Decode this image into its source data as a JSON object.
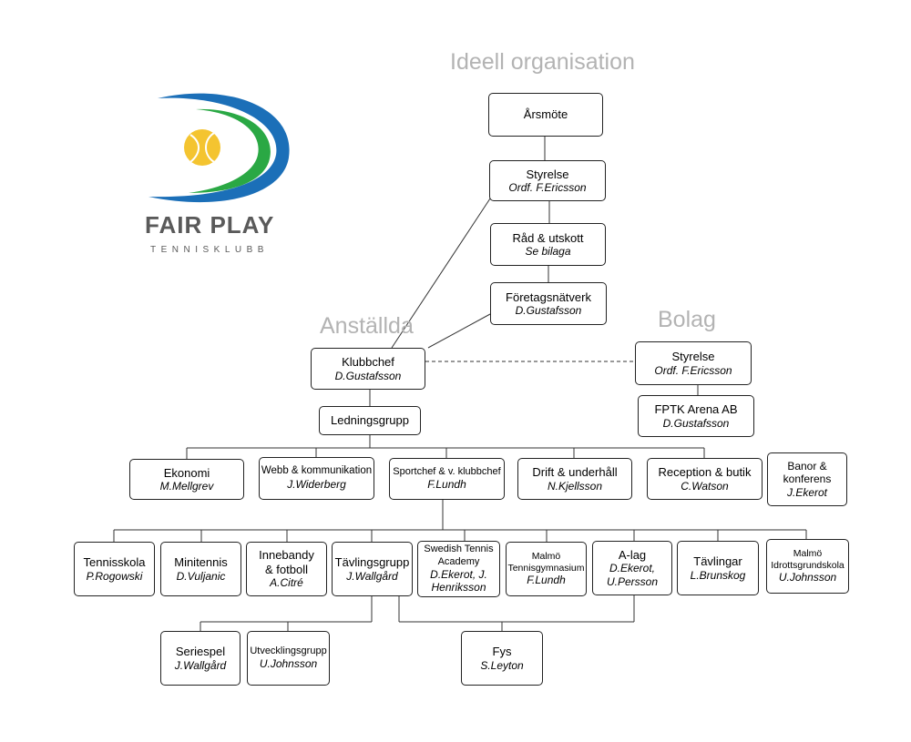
{
  "logo": {
    "name": "FAIR PLAY",
    "tagline": "TENNISKLUBB",
    "colors": {
      "blue": "#1b6fb8",
      "green": "#2aa844",
      "ball": "#f4c430",
      "text": "#5a5a5a"
    }
  },
  "headings": {
    "ideell": "Ideell organisation",
    "anstallda": "Anställda",
    "bolag": "Bolag"
  },
  "nodes": {
    "arsmote": {
      "title": "Årsmöte",
      "sub": ""
    },
    "styrelse": {
      "title": "Styrelse",
      "sub": "Ordf. F.Ericsson"
    },
    "rad": {
      "title": "Råd & utskott",
      "sub": "Se bilaga"
    },
    "foretag": {
      "title": "Företagsnätverk",
      "sub": "D.Gustafsson"
    },
    "klubbchef": {
      "title": "Klubbchef",
      "sub": "D.Gustafsson"
    },
    "bolag_styrelse": {
      "title": "Styrelse",
      "sub": "Ordf. F.Ericsson"
    },
    "fptk": {
      "title": "FPTK Arena AB",
      "sub": "D.Gustafsson"
    },
    "ledning": {
      "title": "Ledningsgrupp",
      "sub": ""
    },
    "ekonomi": {
      "title": "Ekonomi",
      "sub": "M.Mellgrev"
    },
    "webb": {
      "title": "Webb & kommunikation",
      "sub": "J.Widerberg"
    },
    "sportchef": {
      "title": "Sportchef & v. klubbchef",
      "sub": "F.Lundh"
    },
    "drift": {
      "title": "Drift & underhåll",
      "sub": "N.Kjellsson"
    },
    "reception": {
      "title": "Reception & butik",
      "sub": "C.Watson"
    },
    "banor": {
      "title": "Banor & konferens",
      "sub": "J.Ekerot"
    },
    "tennisskola": {
      "title": "Tennisskola",
      "sub": "P.Rogowski"
    },
    "minitennis": {
      "title": "Minitennis",
      "sub": "D.Vuljanic"
    },
    "innebandy": {
      "title": "Innebandy & fotboll",
      "sub": "A.Citré"
    },
    "tavlingsgrupp": {
      "title": "Tävlingsgrupp",
      "sub": "J.Wallgård"
    },
    "sta": {
      "title": "Swedish Tennis Academy",
      "sub": "D.Ekerot, J. Henriksson"
    },
    "gymnasium": {
      "title": "Malmö Tennisgymnasium",
      "sub": "F.Lundh"
    },
    "alag": {
      "title": "A-lag",
      "sub": "D.Ekerot, U.Persson"
    },
    "tavlingar": {
      "title": "Tävlingar",
      "sub": "L.Brunskog"
    },
    "idrott": {
      "title": "Malmö Idrottsgrundskola",
      "sub": "U.Johnsson"
    },
    "seriespel": {
      "title": "Seriespel",
      "sub": "J.Wallgård"
    },
    "utveckling": {
      "title": "Utvecklingsgrupp",
      "sub": "U.Johnsson"
    },
    "fys": {
      "title": "Fys",
      "sub": "S.Leyton"
    }
  }
}
